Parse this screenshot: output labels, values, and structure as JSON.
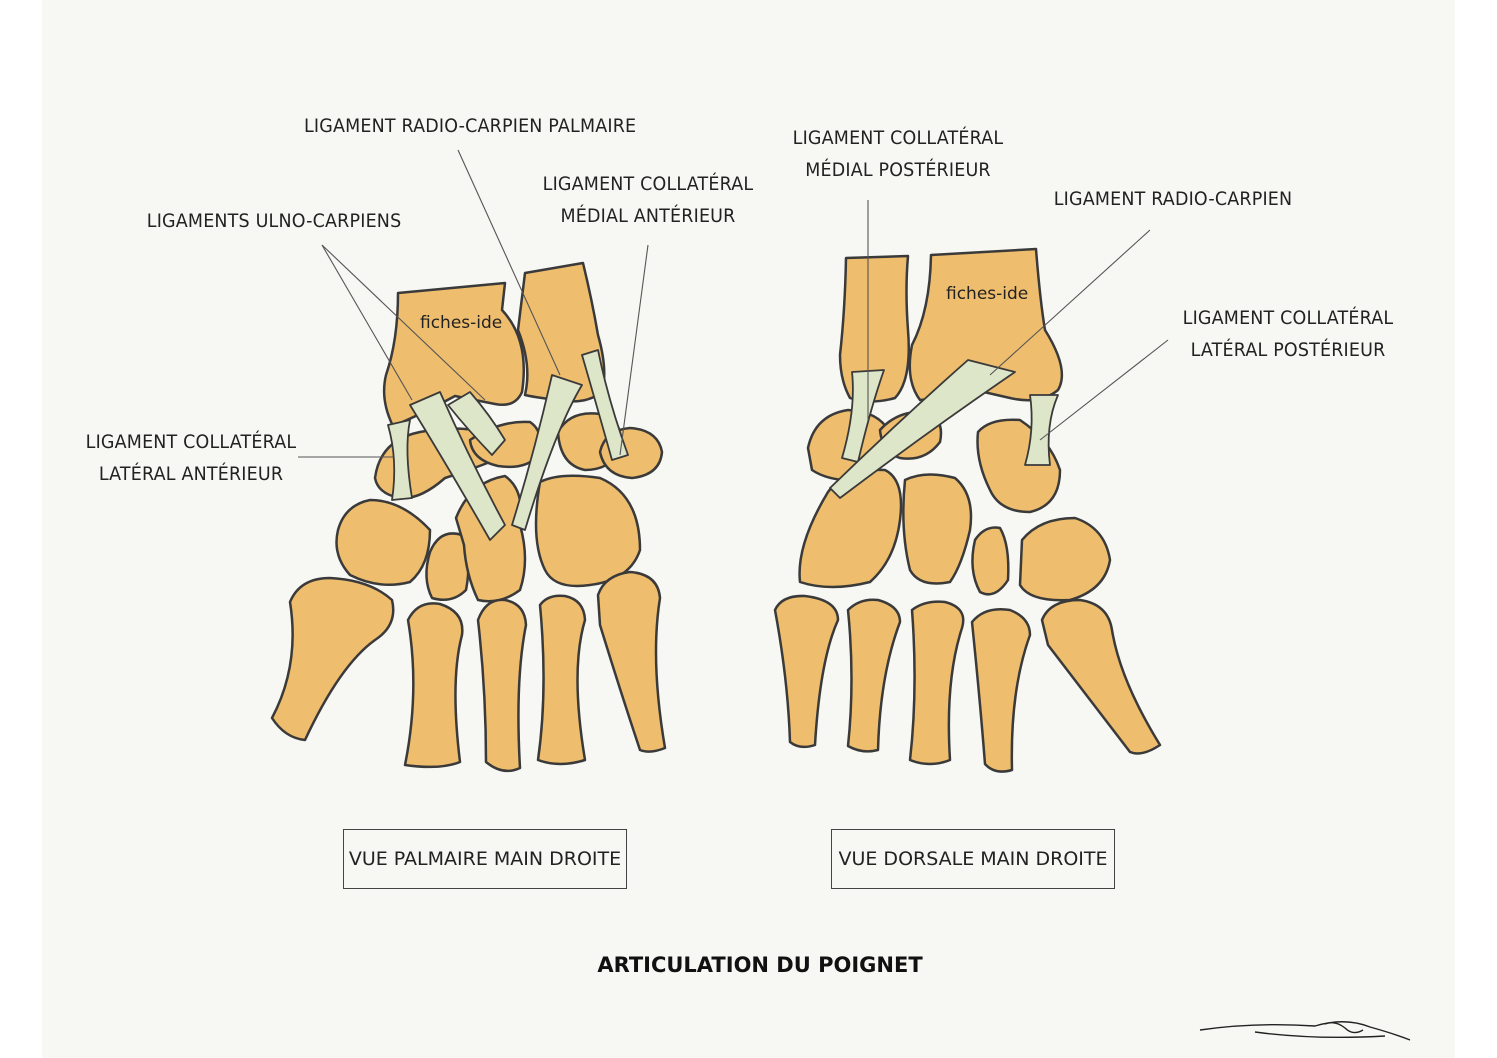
{
  "labels": {
    "radio_carpien_palmaire": "LIGAMENT RADIO-CARPIEN PALMAIRE",
    "collateral_medial_anterieur": [
      "LIGAMENT COLLATÉRAL",
      "MÉDIAL ANTÉRIEUR"
    ],
    "ulno_carpiens": "LIGAMENTS ULNO-CARPIENS",
    "collateral_lateral_anterieur": [
      "LIGAMENT COLLATÉRAL",
      "LATÉRAL ANTÉRIEUR"
    ],
    "collateral_medial_posterieur": [
      "LIGAMENT COLLATÉRAL",
      "MÉDIAL POSTÉRIEUR"
    ],
    "radio_carpien": "LIGAMENT RADIO-CARPIEN",
    "collateral_lateral_posterieur": [
      "LIGAMENT COLLATÉRAL",
      "LATÉRAL POSTÉRIEUR"
    ]
  },
  "watermark": "fiches-ide",
  "views": {
    "palmar": "VUE PALMAIRE MAIN DROITE",
    "dorsal": "VUE DORSALE MAIN DROITE"
  },
  "title": "ARTICULATION DU POIGNET",
  "colors": {
    "bone": "#eebd6d",
    "ligament": "#dde6c8",
    "outline": "#3a3a3a",
    "background": "#f7f7f4"
  }
}
